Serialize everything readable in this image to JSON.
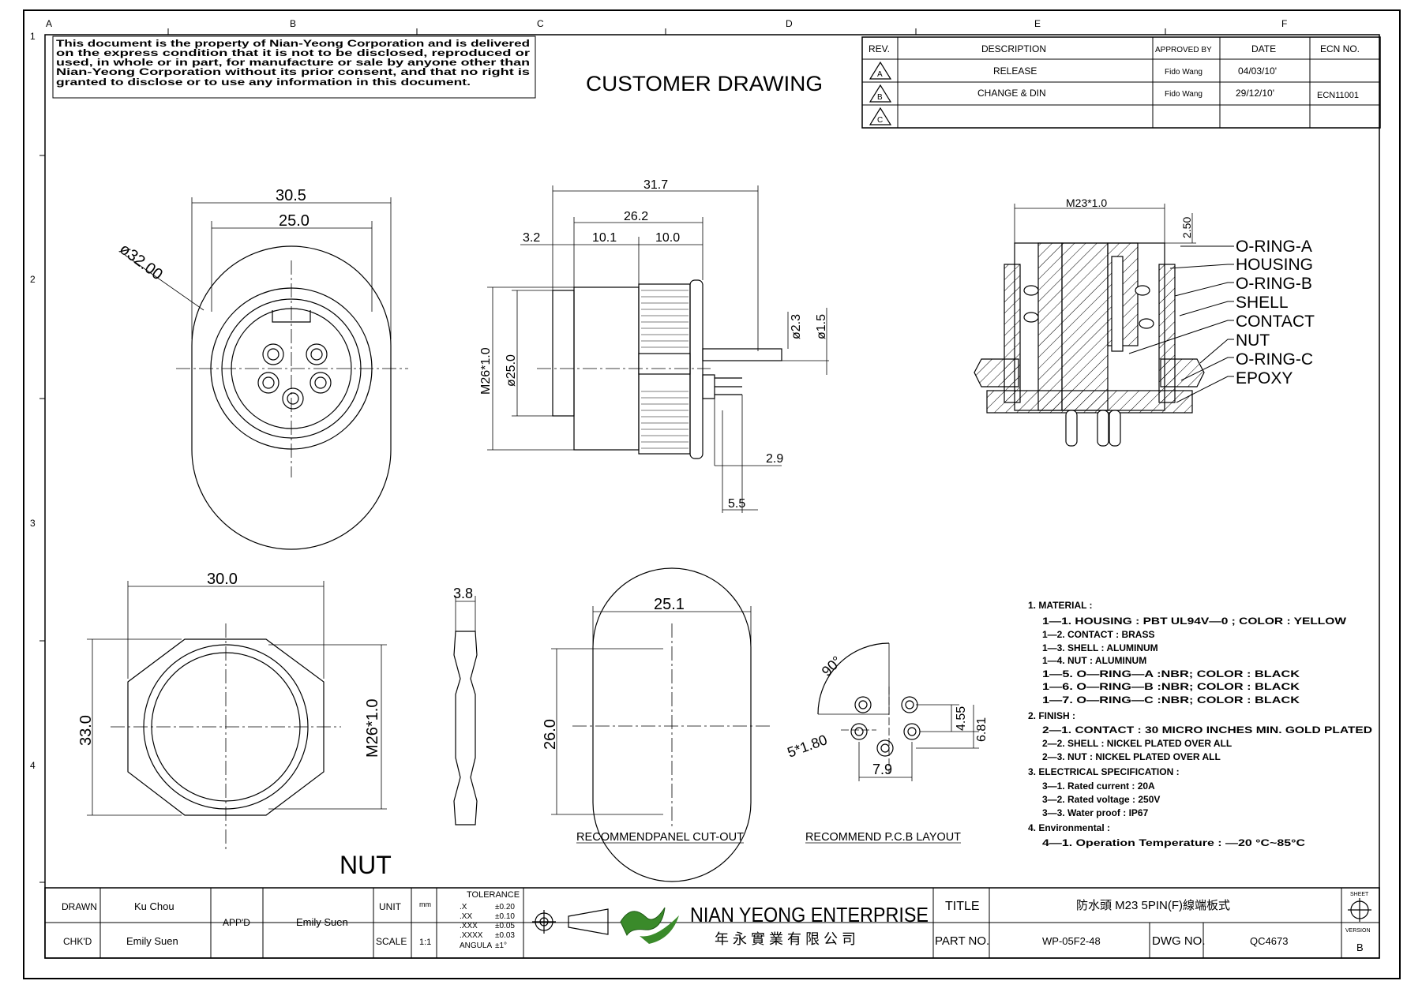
{
  "frame": {
    "columns": [
      "A",
      "B",
      "C",
      "D",
      "E",
      "F"
    ],
    "rows": [
      "1",
      "2",
      "3",
      "4"
    ]
  },
  "disclaimer": [
    "This document is the property of Nian-Yeong Corporation and is delivered",
    "on  the  express condition that it is not to be disclosed, reproduced or",
    "used, in whole or in part, for manufacture or sale by anyone other than",
    "Nian-Yeong Corporation without  its prior consent, and that  no right  is",
    "granted to disclose or to use any information in this  document."
  ],
  "drawing_title": "CUSTOMER  DRAWING",
  "revision_table": {
    "headers": [
      "REV.",
      "DESCRIPTION",
      "APPROVED BY",
      "DATE",
      "ECN NO."
    ],
    "rows": [
      {
        "rev": "A",
        "description": "RELEASE",
        "approved": "Fido Wang",
        "date": "04/03/10'",
        "ecn": ""
      },
      {
        "rev": "B",
        "description": "CHANGE & DIN",
        "approved": "Fido Wang",
        "date": "29/12/10'",
        "ecn": "ECN11001"
      },
      {
        "rev": "C",
        "description": "",
        "approved": "",
        "date": "",
        "ecn": ""
      }
    ]
  },
  "front_view": {
    "d_outer": "30.5",
    "d_inner": "25.0",
    "diameter": "ø32.00"
  },
  "side_view": {
    "overall": "31.7",
    "mid": "26.2",
    "seg1": "3.2",
    "seg2": "10.1",
    "seg3": "10.0",
    "thread": "M26*1.0",
    "body_dia": "ø25.0",
    "pin1": "ø2.3",
    "pin2": "ø1.5",
    "d1": "2.9",
    "d2": "5.5"
  },
  "section_view": {
    "thread": "M23*1.0",
    "offset": "2.50",
    "labels": [
      "O-RING-A",
      "HOUSING",
      "O-RING-B",
      "SHELL",
      "CONTACT",
      "NUT",
      "O-RING-C",
      "EPOXY"
    ]
  },
  "nut_view": {
    "width": "30.0",
    "height": "33.0",
    "thread": "M26*1.0",
    "label": "NUT"
  },
  "nut_side": {
    "thickness": "3.8"
  },
  "panel_cutout": {
    "width": "25.1",
    "height": "26.0",
    "caption": "RECOMMENDPANEL CUT-OUT"
  },
  "pcb_layout": {
    "angle": "90°",
    "holes": "5*1.80",
    "dim1": "4.55",
    "dim2": "6.81",
    "dim3": "7.9",
    "caption": "RECOMMEND P.C.B LAYOUT"
  },
  "notes": [
    "1. MATERIAL :",
    "1—1. HOUSING : PBT UL94V—0 ; COLOR : YELLOW",
    "1—2. CONTACT : BRASS",
    "1—3. SHELL : ALUMINUM",
    "1—4. NUT : ALUMINUM",
    "1—5. O—RING—A :NBR; COLOR : BLACK",
    "1—6. O—RING—B :NBR; COLOR : BLACK",
    "1—7. O—RING—C :NBR; COLOR : BLACK",
    "2. FINISH :",
    "2—1. CONTACT : 30 MICRO INCHES MIN. GOLD PLATED",
    "2—2. SHELL : NICKEL PLATED OVER ALL",
    "2—3. NUT : NICKEL PLATED OVER ALL",
    "3. ELECTRICAL SPECIFICATION :",
    "3—1. Rated current : 20A",
    "3—2. Rated voltage : 250V",
    "3—3. Water proof : IP67",
    "4. Environmental :",
    "4—1. Operation Temperature : —20 °C~85°C"
  ],
  "title_block": {
    "drawn_label": "DRAWN",
    "drawn": "Ku Chou",
    "chkd_label": "CHK'D",
    "chkd": "Emily Suen",
    "appd_label": "APP'D",
    "appd": "Emily Suen",
    "unit_label": "UNIT",
    "unit": "mm",
    "scale_label": "SCALE",
    "scale": "1:1",
    "tolerance_title": "TOLERANCE",
    "tolerance": [
      {
        "k": ".X",
        "v": "±0.20"
      },
      {
        "k": ".XX",
        "v": "±0.10"
      },
      {
        "k": ".XXX",
        "v": "±0.05"
      },
      {
        "k": ".XXXX",
        "v": "±0.03"
      },
      {
        "k": "ANGULA",
        "v": "±1°"
      }
    ],
    "company": "NIAN YEONG ENTERPRISE",
    "company_cn": "年 永 實 業 有 限 公 司",
    "title_label": "TITLE",
    "title": "防水頭 M23 5PIN(F)線端板式",
    "partno_label": "PART NO.",
    "partno": "WP-05F2-48",
    "dwgno_label": "DWG NO.",
    "dwgno": "QC4673",
    "sheet_label": "SHEET",
    "version_label": "VERSION",
    "version": "B"
  }
}
